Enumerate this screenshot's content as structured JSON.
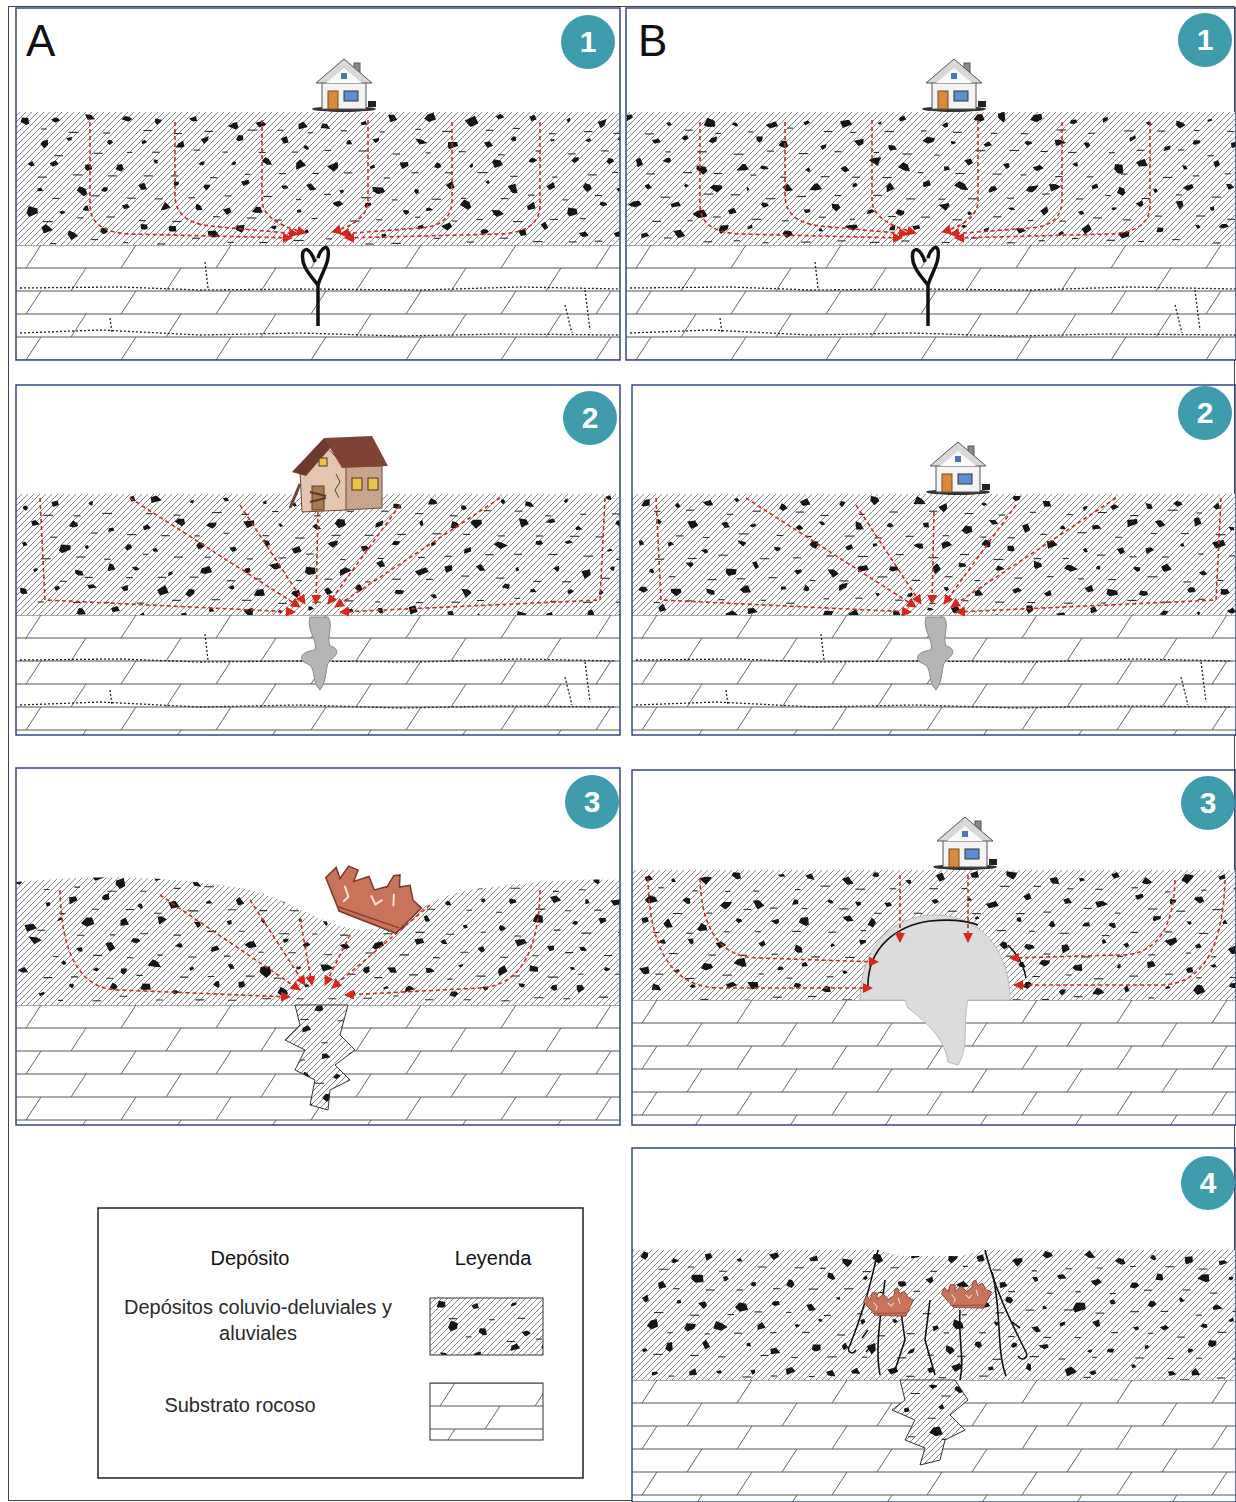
{
  "diagram": {
    "nodes": [
      {
        "text": [
          "1"
        ]
      },
      {
        "text": [
          "1"
        ]
      },
      {
        "text": [
          "2"
        ]
      },
      {
        "text": [
          "2"
        ]
      },
      {
        "text": [
          "3"
        ]
      },
      {
        "text": [
          "3"
        ]
      },
      {
        "text": [
          "4"
        ]
      }
    ],
    "labels": [
      "A",
      "B",
      "Depósito",
      "Leyenda"
    ],
    "legend": [
      {
        "text": "Depósitos coluvio-deluviales y aluviales"
      },
      {
        "text": "Substrato rocoso"
      }
    ]
  }
}
